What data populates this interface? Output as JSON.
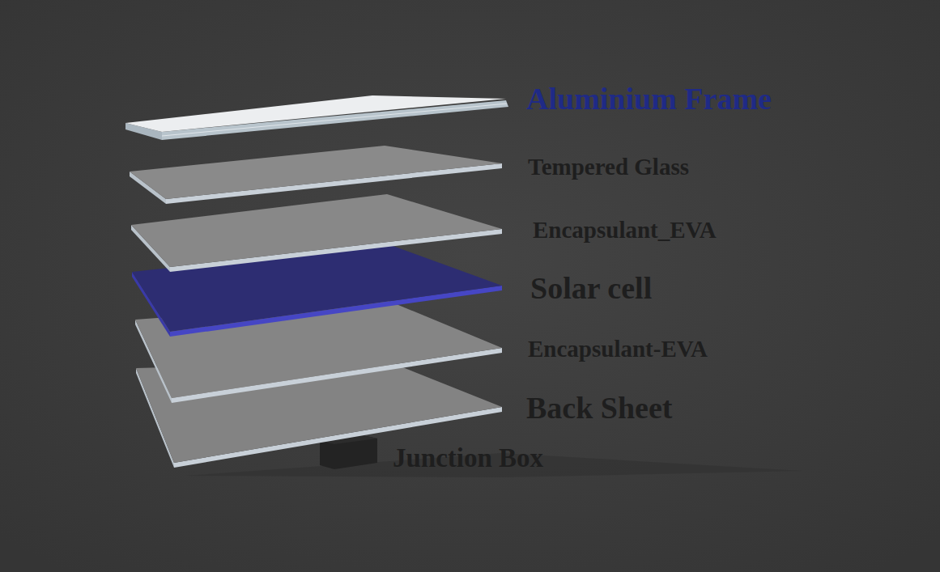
{
  "diagram": {
    "labels": [
      "Aluminium Frame",
      "Tempered Glass",
      "Encapsulant_EVA",
      "Solar cell",
      "Encapsulant-EVA",
      "Back Sheet",
      "Junction Box"
    ]
  }
}
